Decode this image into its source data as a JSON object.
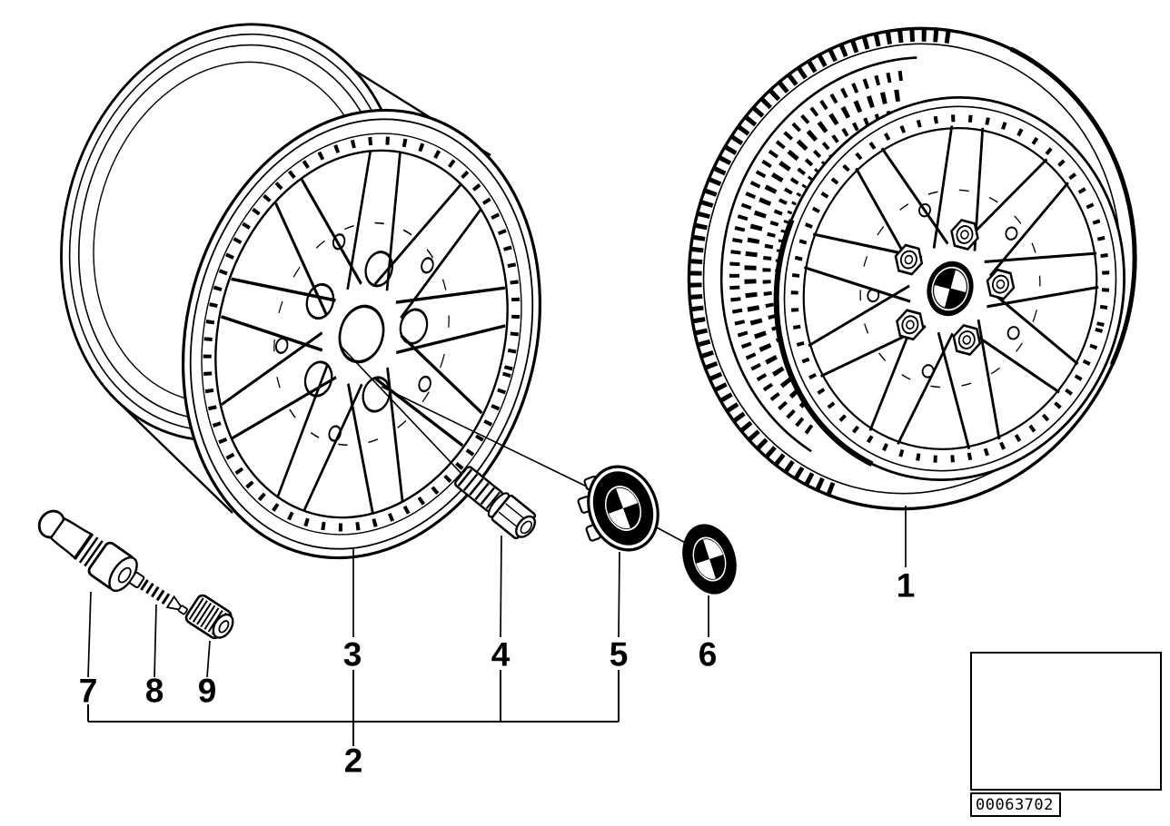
{
  "callouts": {
    "c1": "1",
    "c2": "2",
    "c3": "3",
    "c4": "4",
    "c5": "5",
    "c6": "6",
    "c7": "7",
    "c8": "8",
    "c9": "9"
  },
  "footer": {
    "part_number": "00063702"
  },
  "colors": {
    "line": "#000000",
    "background": "#ffffff"
  },
  "icons": {
    "front_rim": "cross-spoke-alloy-rim",
    "wheel_with_tire": "wheel-with-tire",
    "wheel_bolt": "wheel-bolt",
    "hub_cap": "bmw-hub-cap",
    "emblem_badge": "bmw-roundel-badge",
    "valve_stem": "tire-valve-stem",
    "valve_core": "valve-insert",
    "valve_cap": "valve-screw-cap",
    "car_thumbnail": "bmw-coupe-outline"
  }
}
